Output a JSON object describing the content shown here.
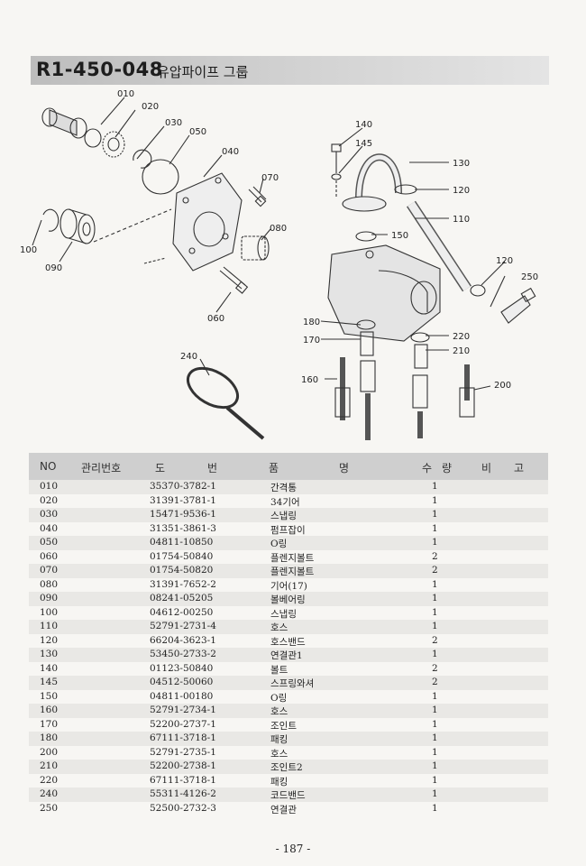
{
  "header": {
    "code": "R1-450-048",
    "name": "유압파이프 그룹"
  },
  "diagram": {
    "callouts": [
      "010",
      "020",
      "030",
      "050",
      "040",
      "070",
      "080",
      "060",
      "100",
      "090",
      "240",
      "140",
      "145",
      "130",
      "120",
      "110",
      "150",
      "120",
      "250",
      "180",
      "170",
      "220",
      "210",
      "160",
      "200"
    ]
  },
  "table": {
    "headers": {
      "no": "NO",
      "mgmt": "관리번호",
      "part_a": "도",
      "part_b": "번",
      "name_a": "품",
      "name_b": "명",
      "qty_a": "수",
      "qty_b": "량",
      "note_a": "비",
      "note_b": "고"
    },
    "rows": [
      {
        "no": "010",
        "part": "35370-3782-1",
        "name": "간격통",
        "qty": "1"
      },
      {
        "no": "020",
        "part": "31391-3781-1",
        "name": "34기어",
        "qty": "1"
      },
      {
        "no": "030",
        "part": "15471-9536-1",
        "name": "스냅링",
        "qty": "1"
      },
      {
        "no": "040",
        "part": "31351-3861-3",
        "name": "펌프잡이",
        "qty": "1"
      },
      {
        "no": "050",
        "part": "04811-10850",
        "name": "O링",
        "qty": "1"
      },
      {
        "no": "060",
        "part": "01754-50840",
        "name": "플렌지볼트",
        "qty": "2"
      },
      {
        "no": "070",
        "part": "01754-50820",
        "name": "플렌지볼트",
        "qty": "2"
      },
      {
        "no": "080",
        "part": "31391-7652-2",
        "name": "기어(17)",
        "qty": "1"
      },
      {
        "no": "090",
        "part": "08241-05205",
        "name": "볼베어링",
        "qty": "1"
      },
      {
        "no": "100",
        "part": "04612-00250",
        "name": "스냅링",
        "qty": "1"
      },
      {
        "no": "110",
        "part": "52791-2731-4",
        "name": "호스",
        "qty": "1"
      },
      {
        "no": "120",
        "part": "66204-3623-1",
        "name": "호스밴드",
        "qty": "2"
      },
      {
        "no": "130",
        "part": "53450-2733-2",
        "name": "연결관1",
        "qty": "1"
      },
      {
        "no": "140",
        "part": "01123-50840",
        "name": "볼트",
        "qty": "2"
      },
      {
        "no": "145",
        "part": "04512-50060",
        "name": "스프링와셔",
        "qty": "2"
      },
      {
        "no": "150",
        "part": "04811-00180",
        "name": "O링",
        "qty": "1"
      },
      {
        "no": "160",
        "part": "52791-2734-1",
        "name": "호스",
        "qty": "1"
      },
      {
        "no": "170",
        "part": "52200-2737-1",
        "name": "조인트",
        "qty": "1"
      },
      {
        "no": "180",
        "part": "67111-3718-1",
        "name": "패킹",
        "qty": "1"
      },
      {
        "no": "200",
        "part": "52791-2735-1",
        "name": "호스",
        "qty": "1"
      },
      {
        "no": "210",
        "part": "52200-2738-1",
        "name": "조인트2",
        "qty": "1"
      },
      {
        "no": "220",
        "part": "67111-3718-1",
        "name": "패킹",
        "qty": "1"
      },
      {
        "no": "240",
        "part": "55311-4126-2",
        "name": "코드밴드",
        "qty": "1"
      },
      {
        "no": "250",
        "part": "52500-2732-3",
        "name": "연결관",
        "qty": "1"
      }
    ]
  },
  "footer": {
    "page": "- 187 -"
  }
}
